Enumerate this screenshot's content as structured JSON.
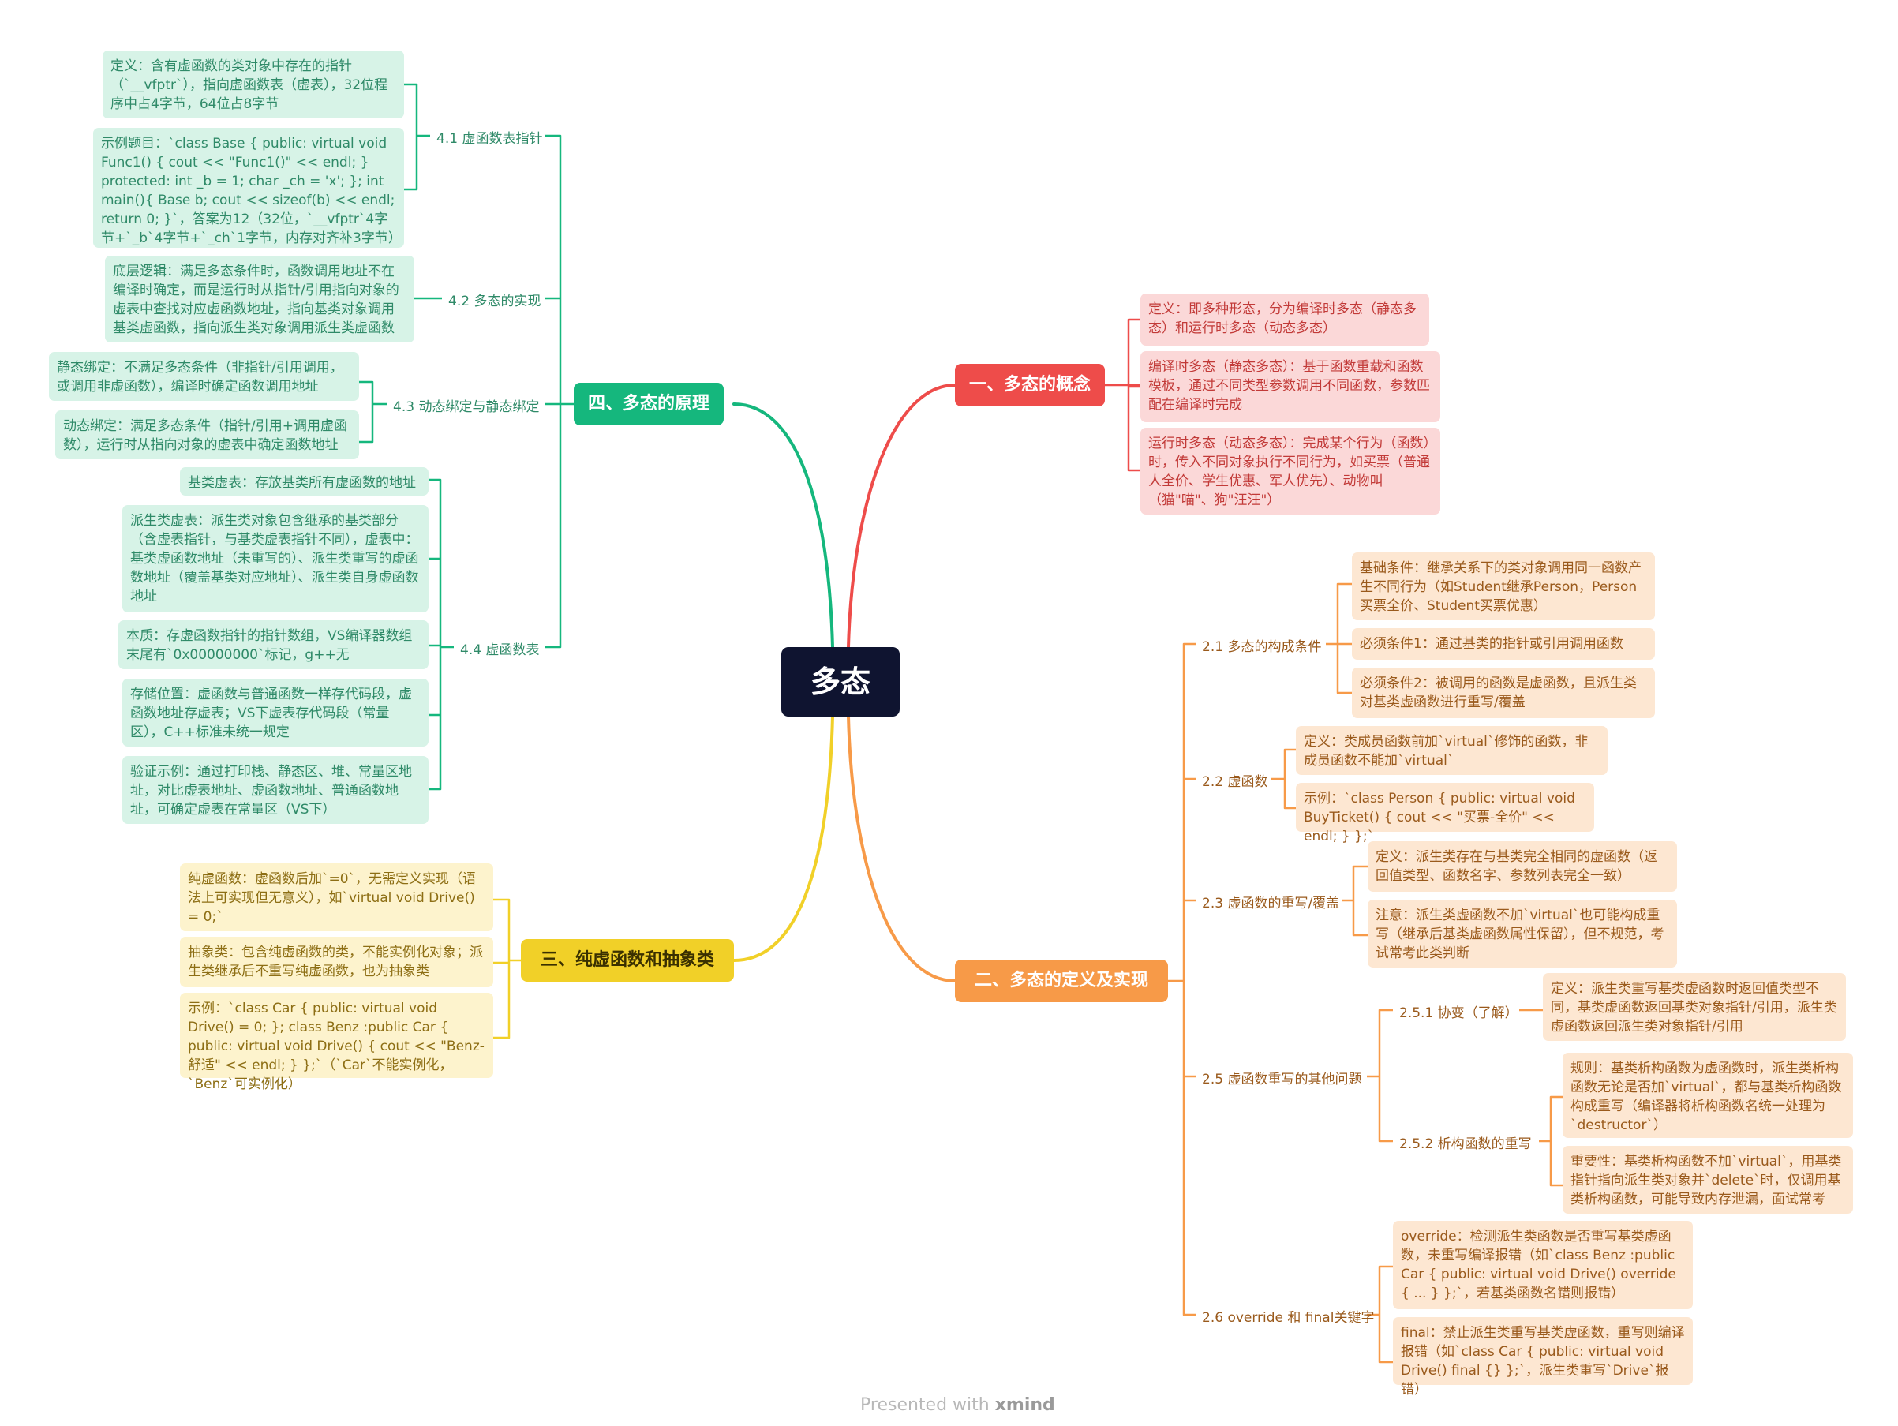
{
  "root": "多态",
  "footer": {
    "prefix": "Presented with ",
    "brand": "xmind"
  },
  "colors": {
    "green": "#15b77d",
    "red": "#ee4c4a",
    "orange": "#f79a48",
    "yellow": "#f1d028",
    "root": "#0f1430"
  },
  "branches": {
    "b1": {
      "title": "一、多态的概念",
      "items": [
        "定义：即多种形态，分为编译时多态（静态多态）和运行时多态（动态多态）",
        "编译时多态（静态多态）：基于函数重载和函数模板，通过不同类型参数调用不同函数，参数匹配在编译时完成",
        "运行时多态（动态多态）：完成某个行为（函数）时，传入不同对象执行不同行为，如买票（普通人全价、学生优惠、军人优先）、动物叫（猫\"喵\"、狗\"汪汪\"）"
      ]
    },
    "b2": {
      "title": "二、多态的定义及实现",
      "s21": {
        "title": "2.1 多态的构成条件",
        "items": [
          "基础条件：继承关系下的类对象调用同一函数产生不同行为（如Student继承Person，Person买票全价、Student买票优惠）",
          "必须条件1：通过基类的指针或引用调用函数",
          "必须条件2：被调用的函数是虚函数，且派生类对基类虚函数进行重写/覆盖"
        ]
      },
      "s22": {
        "title": "2.2 虚函数",
        "items": [
          "定义：类成员函数前加`virtual`修饰的函数，非成员函数不能加`virtual`",
          "示例：`class Person { public: virtual void BuyTicket() { cout << \"买票-全价\" << endl; } };`"
        ]
      },
      "s23": {
        "title": "2.3 虚函数的重写/覆盖",
        "items": [
          "定义：派生类存在与基类完全相同的虚函数（返回值类型、函数名字、参数列表完全一致）",
          "注意：派生类虚函数不加`virtual`也可能构成重写（继承后基类虚函数属性保留），但不规范，考试常考此类判断"
        ]
      },
      "s25": {
        "title": "2.5 虚函数重写的其他问题",
        "s251": {
          "title": "2.5.1 协变（了解）",
          "items": [
            "定义：派生类重写基类虚函数时返回值类型不同，基类虚函数返回基类对象指针/引用，派生类虚函数返回派生类对象指针/引用"
          ]
        },
        "s252": {
          "title": "2.5.2 析构函数的重写",
          "items": [
            "规则：基类析构函数为虚函数时，派生类析构函数无论是否加`virtual`，都与基类析构函数构成重写（编译器将析构函数名统一处理为`destructor`）",
            "重要性：基类析构函数不加`virtual`，用基类指针指向派生类对象并`delete`时，仅调用基类析构函数，可能导致内存泄漏，面试常考"
          ]
        }
      },
      "s26": {
        "title": "2.6 override 和 final关键字",
        "items": [
          "override：检测派生类函数是否重写基类虚函数，未重写编译报错（如`class Benz :public Car { public: virtual void Drive() override { ... } };`，若基类函数名错则报错）",
          "final：禁止派生类重写基类虚函数，重写则编译报错（如`class Car { public: virtual void Drive() final {} };`，派生类重写`Drive`报错）"
        ]
      }
    },
    "b3": {
      "title": "三、纯虚函数和抽象类",
      "items": [
        "纯虚函数：虚函数后加`=0`，无需定义实现（语法上可实现但无意义），如`virtual void Drive() = 0;`",
        "抽象类：包含纯虚函数的类，不能实例化对象；派生类继承后不重写纯虚函数，也为抽象类",
        "示例：`class Car { public: virtual void Drive() = 0; }; class Benz :public Car { public: virtual void Drive() { cout << \"Benz-舒适\" << endl; } };`（`Car`不能实例化，`Benz`可实例化）"
      ]
    },
    "b4": {
      "title": "四、多态的原理",
      "s41": {
        "title": "4.1 虚函数表指针",
        "items": [
          "定义：含有虚函数的类对象中存在的指针（`__vfptr`），指向虚函数表（虚表），32位程序中占4字节，64位占8字节",
          "示例题目：`class Base { public: virtual void Func1() { cout << \"Func1()\" << endl; } protected: int _b = 1; char _ch = 'x'; }; int main(){ Base b; cout << sizeof(b) << endl; return 0; }`，答案为12（32位，`__vfptr`4字节+`_b`4字节+`_ch`1字节，内存对齐补3字节）"
        ]
      },
      "s42": {
        "title": "4.2 多态的实现",
        "items": [
          "底层逻辑：满足多态条件时，函数调用地址不在编译时确定，而是运行时从指针/引用指向对象的虚表中查找对应虚函数地址，指向基类对象调用基类虚函数，指向派生类对象调用派生类虚函数"
        ]
      },
      "s43": {
        "title": "4.3 动态绑定与静态绑定",
        "items": [
          "静态绑定：不满足多态条件（非指针/引用调用，或调用非虚函数），编译时确定函数调用地址",
          "动态绑定：满足多态条件（指针/引用+调用虚函数），运行时从指向对象的虚表中确定函数地址"
        ]
      },
      "s44": {
        "title": "4.4 虚函数表",
        "items": [
          "基类虚表：存放基类所有虚函数的地址",
          "派生类虚表：派生类对象包含继承的基类部分（含虚表指针，与基类虚表指针不同），虚表中：基类虚函数地址（未重写的）、派生类重写的虚函数地址（覆盖基类对应地址）、派生类自身虚函数地址",
          "本质：存虚函数指针的指针数组，VS编译器数组末尾有`0x00000000`标记，g++无",
          "存储位置：虚函数与普通函数一样存代码段，虚函数地址存虚表；VS下虚表存代码段（常量区），C++标准未统一规定",
          "验证示例：通过打印栈、静态区、堆、常量区地址，对比虚表地址、虚函数地址、普通函数地址，可确定虚表在常量区（VS下）"
        ]
      }
    }
  }
}
